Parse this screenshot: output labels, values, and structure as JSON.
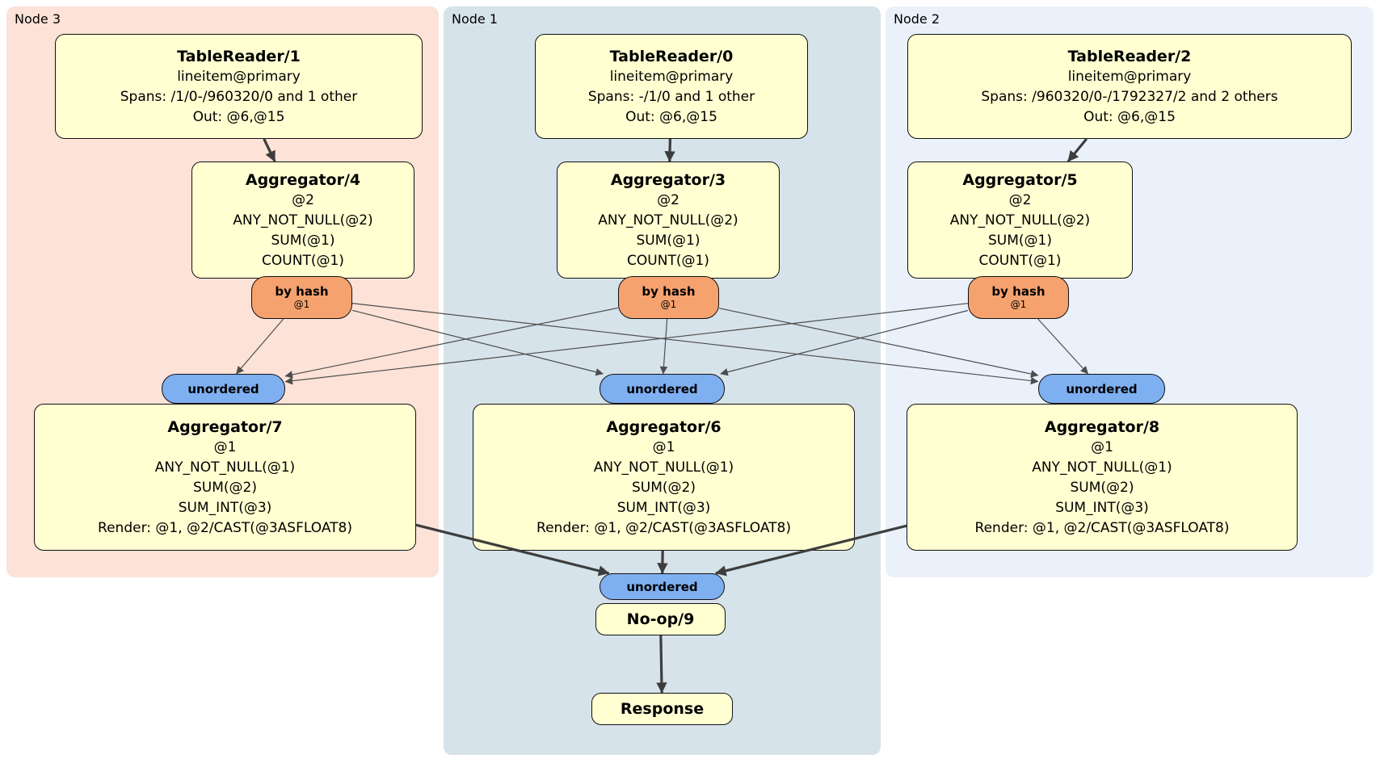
{
  "diagram": {
    "groups": {
      "node3": {
        "label": "Node 3"
      },
      "node1": {
        "label": "Node 1"
      },
      "node2": {
        "label": "Node 2"
      }
    },
    "processors": {
      "tr1": {
        "title": "TableReader/1",
        "lines": [
          "lineitem@primary",
          "Spans: /1/0-/960320/0 and 1 other",
          "Out: @6,@15"
        ]
      },
      "tr0": {
        "title": "TableReader/0",
        "lines": [
          "lineitem@primary",
          "Spans: -/1/0 and 1 other",
          "Out: @6,@15"
        ]
      },
      "tr2": {
        "title": "TableReader/2",
        "lines": [
          "lineitem@primary",
          "Spans: /960320/0-/1792327/2 and 2 others",
          "Out: @6,@15"
        ]
      },
      "agg4": {
        "title": "Aggregator/4",
        "lines": [
          "@2",
          "ANY_NOT_NULL(@2)",
          "SUM(@1)",
          "COUNT(@1)"
        ]
      },
      "agg3": {
        "title": "Aggregator/3",
        "lines": [
          "@2",
          "ANY_NOT_NULL(@2)",
          "SUM(@1)",
          "COUNT(@1)"
        ]
      },
      "agg5": {
        "title": "Aggregator/5",
        "lines": [
          "@2",
          "ANY_NOT_NULL(@2)",
          "SUM(@1)",
          "COUNT(@1)"
        ]
      },
      "agg7": {
        "title": "Aggregator/7",
        "lines": [
          "@1",
          "ANY_NOT_NULL(@1)",
          "SUM(@2)",
          "SUM_INT(@3)",
          "Render: @1, @2/CAST(@3ASFLOAT8)"
        ]
      },
      "agg6": {
        "title": "Aggregator/6",
        "lines": [
          "@1",
          "ANY_NOT_NULL(@1)",
          "SUM(@2)",
          "SUM_INT(@3)",
          "Render: @1, @2/CAST(@3ASFLOAT8)"
        ]
      },
      "agg8": {
        "title": "Aggregator/8",
        "lines": [
          "@1",
          "ANY_NOT_NULL(@1)",
          "SUM(@2)",
          "SUM_INT(@3)",
          "Render: @1, @2/CAST(@3ASFLOAT8)"
        ]
      },
      "noop": {
        "title": "No-op/9"
      },
      "response": {
        "title": "Response"
      }
    },
    "routers": {
      "bh4": {
        "label": "by hash",
        "detail": "@1"
      },
      "bh3": {
        "label": "by hash",
        "detail": "@1"
      },
      "bh5": {
        "label": "by hash",
        "detail": "@1"
      },
      "u7": {
        "label": "unordered"
      },
      "u6": {
        "label": "unordered"
      },
      "u8": {
        "label": "unordered"
      },
      "u9": {
        "label": "unordered"
      }
    },
    "edges": [
      {
        "from": "tr1",
        "to": "agg4",
        "style": "thick"
      },
      {
        "from": "tr0",
        "to": "agg3",
        "style": "thick"
      },
      {
        "from": "tr2",
        "to": "agg5",
        "style": "thick"
      },
      {
        "from": "bh4",
        "to": "u7",
        "style": "thin"
      },
      {
        "from": "bh4",
        "to": "u6",
        "style": "thin"
      },
      {
        "from": "bh4",
        "to": "u8",
        "style": "thin"
      },
      {
        "from": "bh3",
        "to": "u7",
        "style": "thin"
      },
      {
        "from": "bh3",
        "to": "u6",
        "style": "thin"
      },
      {
        "from": "bh3",
        "to": "u8",
        "style": "thin"
      },
      {
        "from": "bh5",
        "to": "u7",
        "style": "thin"
      },
      {
        "from": "bh5",
        "to": "u6",
        "style": "thin"
      },
      {
        "from": "bh5",
        "to": "u8",
        "style": "thin"
      },
      {
        "from": "agg7",
        "to": "u9",
        "style": "thick"
      },
      {
        "from": "agg6",
        "to": "u9",
        "style": "thick"
      },
      {
        "from": "agg8",
        "to": "u9",
        "style": "thick"
      },
      {
        "from": "noop",
        "to": "response",
        "style": "thick"
      }
    ],
    "colors": {
      "box": "#ffffd2",
      "hash": "#f5a26e",
      "unordered": "#7eaff0",
      "node3bg": "#fce2d7",
      "node1bg": "#d7e3ea",
      "node2bg": "#eaf1fa",
      "edgethick": "#3d3d3d",
      "edgethin": "#4d4d4d"
    }
  }
}
